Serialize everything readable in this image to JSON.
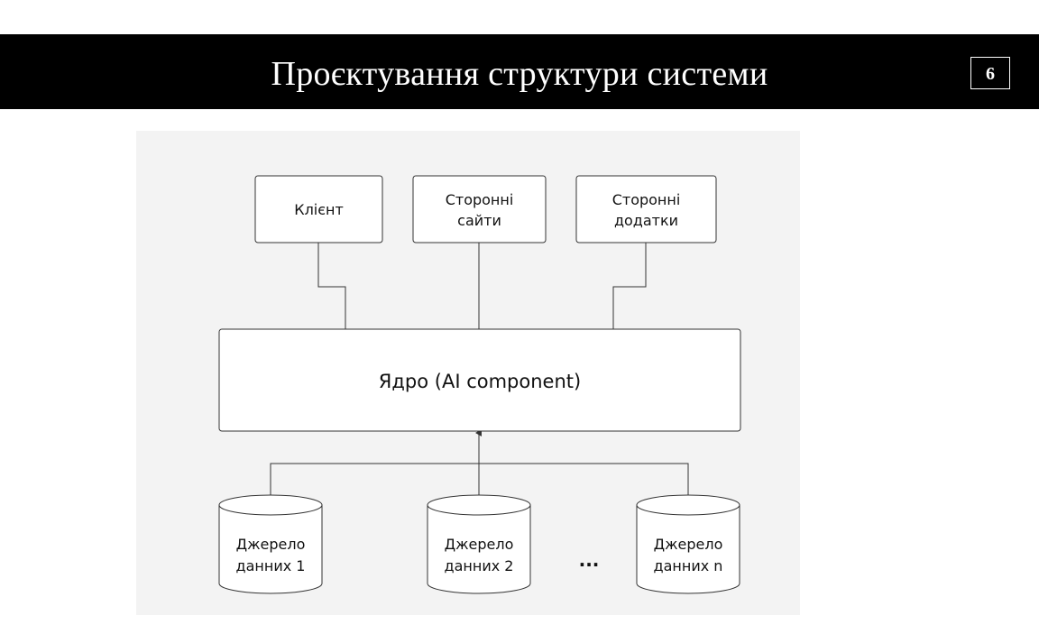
{
  "slide": {
    "title": "Проєктування структури системи",
    "page_number": "6"
  },
  "diagram": {
    "consumers": [
      {
        "line1": "Клієнт",
        "line2": ""
      },
      {
        "line1": "Сторонні",
        "line2": "сайти"
      },
      {
        "line1": "Сторонні",
        "line2": "додатки"
      }
    ],
    "core": {
      "label": "Ядро (AI component)"
    },
    "sources": [
      {
        "line1": "Джерело",
        "line2": "данних 1"
      },
      {
        "line1": "Джерело",
        "line2": "данних 2"
      },
      {
        "line1": "Джерело",
        "line2": "данних n"
      }
    ],
    "ellipsis": "..."
  },
  "colors": {
    "header_bg": "#000000",
    "panel_bg": "#f3f3f3",
    "stroke": "#333333"
  }
}
